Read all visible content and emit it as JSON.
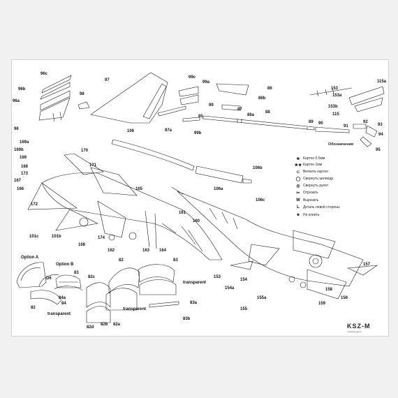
{
  "parts": {
    "p96c": "96c",
    "p96b": "96b",
    "p96a": "96a",
    "p96": "96",
    "p98": "98",
    "p97": "97",
    "p97a": "97a",
    "p99c": "99c",
    "p99a": "99a",
    "p99": "99",
    "p99b": "99b",
    "p85": "85",
    "p86": "86",
    "p86b": "86b",
    "p86a": "86a",
    "p87": "87",
    "p88": "88",
    "p89": "89",
    "p90": "90",
    "p91": "91",
    "p92": "92",
    "p93": "93",
    "p94": "94",
    "p95": "95",
    "p153": "153",
    "p153a": "153a",
    "p153b": "153b",
    "p115a": "115a",
    "p115": "115",
    "p169a": "169a",
    "p169b": "169b",
    "p169": "169",
    "p168": "168",
    "p173": "173",
    "p167": "167",
    "p166": "166",
    "p170": "170",
    "p171": "171",
    "p172": "172",
    "p165": "165",
    "p106": "106",
    "p106a": "106a",
    "p106b": "106b",
    "p106c": "106c",
    "p161": "161",
    "p160": "160",
    "p101c": "101c",
    "p101b": "101b",
    "p108": "108",
    "p174": "174",
    "p162": "162",
    "p163": "163",
    "p164": "164",
    "p153x": "153",
    "p154": "154",
    "p154a": "154a",
    "p155a": "155a",
    "p155": "155",
    "p156": "156",
    "p157": "157",
    "p158": "158",
    "p159": "159",
    "p83": "83",
    "p84a": "84a",
    "p84": "84",
    "p82": "82",
    "p82c": "82c",
    "p82d": "82d",
    "p82b": "82b",
    "p82a": "82a",
    "p82t": "82",
    "p83t": "83",
    "p83a": "83a",
    "p83b": "83b",
    "pD6": "D6"
  },
  "text": {
    "option_a": "Option A",
    "option_b": "Option B",
    "transparent1": "transparent",
    "transparent2": "transparent",
    "transparent3": "transparent"
  },
  "legend": {
    "title": "Обозначения",
    "items": [
      {
        "symbol": "★",
        "label": "Картон 0.5мм"
      },
      {
        "symbol": "★★",
        "label": "Картон 1мм"
      },
      {
        "symbol": "⊂",
        "label": "Вклеить картон"
      },
      {
        "symbol": "◯",
        "label": "Свернуть цилиндр"
      },
      {
        "symbol": "◎",
        "label": "Свернуть рулет"
      },
      {
        "symbol": "✂",
        "label": "Отрезать"
      },
      {
        "symbol": "W",
        "label": "Вырезать"
      },
      {
        "symbol": "L",
        "label": "Деталь левой стороны"
      },
      {
        "symbol": "⨳",
        "label": "Не клеить"
      }
    ]
  },
  "brand": {
    "logo": "KSZ-M",
    "tagline": "modeling paper"
  },
  "colors": {
    "line": "#1a1a1a",
    "paper": "#ffffff",
    "background": "#f1f1f1"
  }
}
